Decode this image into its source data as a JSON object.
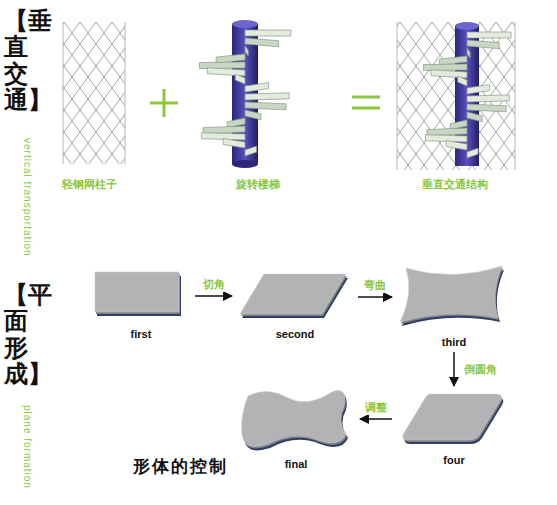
{
  "diagram": {
    "nodes": [
      {
        "text": [
          "first"
        ]
      },
      {
        "text": [
          "second"
        ]
      },
      {
        "text": [
          "third"
        ]
      },
      {
        "text": [
          "four"
        ]
      },
      {
        "text": [
          "final"
        ]
      }
    ],
    "edges": [
      {
        "from": 0,
        "to": 1,
        "label": "切角",
        "arrow": "to"
      },
      {
        "from": 1,
        "to": 2,
        "label": "弯曲",
        "arrow": "to"
      },
      {
        "from": 2,
        "to": 3,
        "label": "倒圆角",
        "arrow": "to"
      },
      {
        "from": 3,
        "to": 4,
        "label": "调整",
        "arrow": "to"
      }
    ],
    "labels": [
      "【垂直交通】",
      "vertical transportation",
      "轻钢网柱子",
      "旋转楼梯",
      "垂直交通结构",
      "【平面形成】",
      "plane formation",
      "形体的控制"
    ]
  }
}
